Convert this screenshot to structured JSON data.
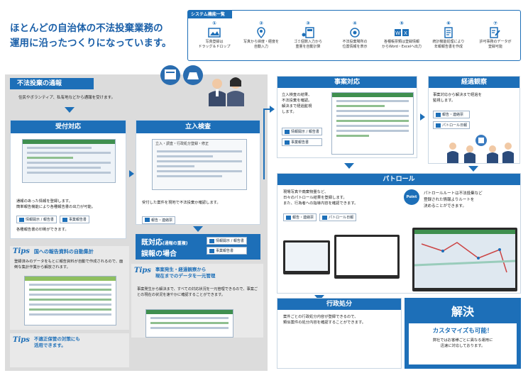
{
  "headline": {
    "line1": "ほとんどの自治体の不法投棄業務の",
    "line2": "運用に沿ったつくりになっています。"
  },
  "features": {
    "title": "システム機能一覧",
    "items": [
      {
        "num": "①",
        "text": "写真登録は\nドラッグ＆ドロップ",
        "icon": "photo-drop-icon"
      },
      {
        "num": "②",
        "text": "写真から緯度・経度を\n自動入力",
        "icon": "map-pin-icon"
      },
      {
        "num": "③",
        "text": "ゴミ個数入力から\n重量を自動計算",
        "icon": "calculator-icon"
      },
      {
        "num": "④",
        "text": "不法投棄場所の\n位置情報を表示",
        "icon": "location-target-icon"
      },
      {
        "num": "⑤",
        "text": "各種帳票類は登録情報\nからWord・Excelへ出力",
        "icon": "word-excel-icon"
      },
      {
        "num": "⑥",
        "text": "統計機能処理により\n年報報告書を作成",
        "icon": "report-doc-icon"
      },
      {
        "num": "⑦",
        "text": "許可事務のデータが\n登録可能",
        "icon": "permit-doc-icon"
      }
    ]
  },
  "report": {
    "title": "不法投棄の通報",
    "desc": "住民やボランティア、私有地などから通報を受けます。"
  },
  "reception": {
    "title": "受付対応",
    "desc": "通報のあった情報を登録します。\n簡単報告機能により各種報告書の出力が可能。",
    "buttons": [
      "情報開示 / 報告書",
      "事業報告書"
    ],
    "desc2": "各種報告書の印刷ができます。"
  },
  "inspection": {
    "title": "立入検査",
    "screen_title": "立入・調査・行政処分登録・修正",
    "desc": "受付した案件を現地で不法投棄か確認します。",
    "button": "報告・連絡票"
  },
  "handled": {
    "line1": "既対応",
    "line1_sub": "(通報の重複)",
    "line2": "誤報の場合",
    "buttons": [
      "情報開示 / 報告書",
      "事業報告書"
    ]
  },
  "tip1": {
    "label": "Tips",
    "title": "国への報告資料の自動集計",
    "desc": "登録済みのデータをもとに報告資料が自動で作成されるので、面倒な集計作業から解放されます。"
  },
  "tip2": {
    "label": "Tips",
    "title": "事案発生・経過観察から\n現在までのデータを一元管理",
    "desc": "事案発生から解決まで、すべての対応状況を一元管理できるので、事案ごとの現在の状況を速やかに確認することができます。"
  },
  "tip3": {
    "label": "Tips",
    "title": "不適正保管の対策にも\n活用できます。"
  },
  "case": {
    "title": "事案対応",
    "desc": "立入検査の結果、\n不法投棄を確認。\n解決まで経過監視\nします。",
    "buttons": [
      "情報開示 / 報告書",
      "事業報告書"
    ]
  },
  "observation": {
    "title": "経過観察",
    "desc": "事案対応から解決まで経過を\n監視します。",
    "buttons": [
      "報告・連絡票",
      "パトロール日報"
    ]
  },
  "patrol": {
    "title": "パトロール",
    "desc": "現場写真や廃棄物量など、\n日々のパトロール結果を登録します。\nまた、行為者への指導内容を確認できます。",
    "buttons": [
      "報告・連絡票",
      "パトロール日報"
    ],
    "point_label": "Point",
    "point_text": "パトロールルートは不法投棄など\n登録された情報よりルートを\n決めることができます。"
  },
  "admin": {
    "title": "行政処分",
    "desc": "案件ごとの行政処分内容が登録できるので、\n類似案件の処分内容を確認することができます。"
  },
  "resolve": {
    "title": "解決",
    "sub": "カスタマイズも可能！",
    "desc": "弊社ではお客様ごとに異なる運用に\n迅速に対応しております。"
  }
}
